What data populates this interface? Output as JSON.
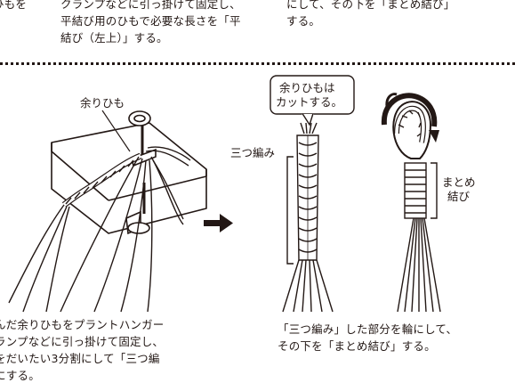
{
  "top_text": {
    "col1_line1": "ひもを",
    "col2_line1": "クランプなどに引っ掛けて固定し、",
    "col2_line2": "平結び用のひもで必要な長さを「平",
    "col2_line3": "結び（左上）」する。",
    "col3_line1": "にして、その下を「まとめ結び」",
    "col3_line2": "する。"
  },
  "labels": {
    "leftover": "余りひも",
    "bubble_line1": "余りひもは",
    "bubble_line2": "カットする。",
    "braid": "三つ編み",
    "tie_line1": "まとめ",
    "tie_line2": "結び"
  },
  "left_caption": {
    "line1": "んだ余りひもをプラントハンガー",
    "line2": "ランプなどに引っ掛けて固定し、",
    "line3": "をだいたい3分割にして「三つ編",
    "line4": "にする。"
  },
  "right_caption": {
    "line1": "「三つ編み」した部分を輪にして、",
    "line2": "その下を「まとめ結び」する。"
  }
}
